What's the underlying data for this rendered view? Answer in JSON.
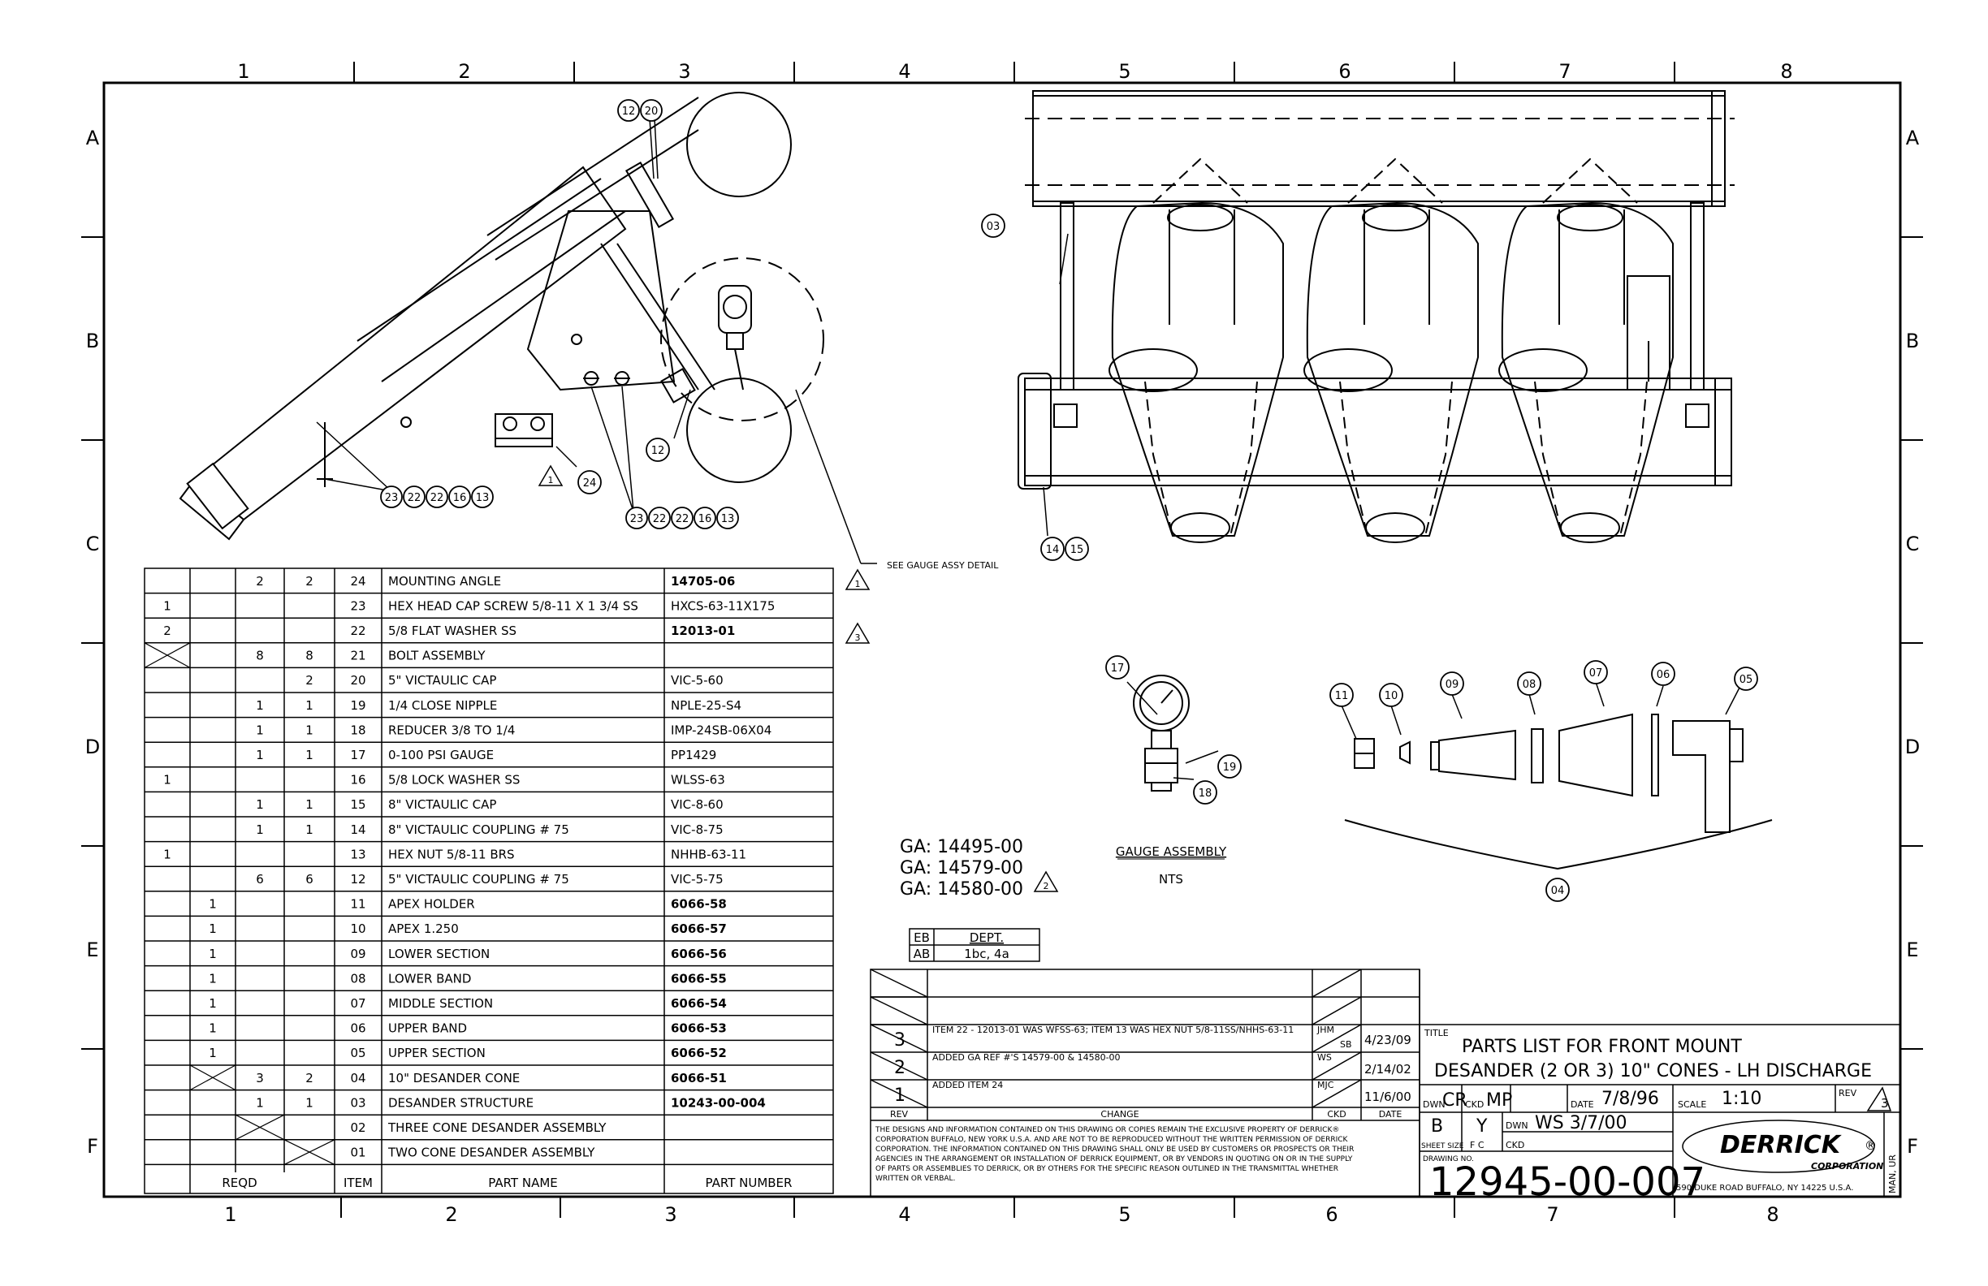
{
  "grid": {
    "top_cols": [
      "1",
      "2",
      "3",
      "4",
      "5",
      "6",
      "7",
      "8"
    ],
    "bottom_cols": [
      "1",
      "2",
      "3",
      "4",
      "5",
      "6",
      "7",
      "8"
    ],
    "rows": [
      "A",
      "B",
      "C",
      "D",
      "E",
      "F"
    ]
  },
  "bom": {
    "headers": {
      "reqd": "REQD",
      "item": "ITEM",
      "part_name": "PART NAME",
      "part_number": "PART NUMBER"
    },
    "rows": [
      {
        "c1": "",
        "c2": "",
        "c3": "2",
        "c4": "2",
        "item": "24",
        "name": "MOUNTING ANGLE",
        "pn": "14705-06",
        "bold": true
      },
      {
        "c1": "1",
        "c2": "",
        "c3": "",
        "c4": "",
        "item": "23",
        "name": "HEX HEAD CAP SCREW 5/8-11 X 1 3/4 SS",
        "pn": "HXCS-63-11X175",
        "bold": false
      },
      {
        "c1": "2",
        "c2": "",
        "c3": "",
        "c4": "",
        "item": "22",
        "name": "5/8 FLAT WASHER SS",
        "pn": "12013-01",
        "bold": true
      },
      {
        "c1": "X",
        "c2": "",
        "c3": "8",
        "c4": "8",
        "item": "21",
        "name": "BOLT ASSEMBLY",
        "pn": "",
        "bold": false
      },
      {
        "c1": "",
        "c2": "",
        "c3": "",
        "c4": "2",
        "item": "20",
        "name": "5\" VICTAULIC CAP",
        "pn": "VIC-5-60",
        "bold": false
      },
      {
        "c1": "",
        "c2": "",
        "c3": "1",
        "c4": "1",
        "item": "19",
        "name": "1/4 CLOSE NIPPLE",
        "pn": "NPLE-25-S4",
        "bold": false
      },
      {
        "c1": "",
        "c2": "",
        "c3": "1",
        "c4": "1",
        "item": "18",
        "name": "REDUCER 3/8 TO 1/4",
        "pn": "IMP-24SB-06X04",
        "bold": false
      },
      {
        "c1": "",
        "c2": "",
        "c3": "1",
        "c4": "1",
        "item": "17",
        "name": "0-100 PSI GAUGE",
        "pn": "PP1429",
        "bold": false
      },
      {
        "c1": "1",
        "c2": "",
        "c3": "",
        "c4": "",
        "item": "16",
        "name": "5/8 LOCK WASHER SS",
        "pn": "WLSS-63",
        "bold": false
      },
      {
        "c1": "",
        "c2": "",
        "c3": "1",
        "c4": "1",
        "item": "15",
        "name": "8\" VICTAULIC CAP",
        "pn": "VIC-8-60",
        "bold": false
      },
      {
        "c1": "",
        "c2": "",
        "c3": "1",
        "c4": "1",
        "item": "14",
        "name": "8\" VICTAULIC COUPLING # 75",
        "pn": "VIC-8-75",
        "bold": false
      },
      {
        "c1": "1",
        "c2": "",
        "c3": "",
        "c4": "",
        "item": "13",
        "name": "HEX NUT 5/8-11 BRS",
        "pn": "NHHB-63-11",
        "bold": false
      },
      {
        "c1": "",
        "c2": "",
        "c3": "6",
        "c4": "6",
        "item": "12",
        "name": "5\" VICTAULIC COUPLING # 75",
        "pn": "VIC-5-75",
        "bold": false
      },
      {
        "c1": "",
        "c2": "1",
        "c3": "",
        "c4": "",
        "item": "11",
        "name": "APEX HOLDER",
        "pn": "6066-58",
        "bold": true
      },
      {
        "c1": "",
        "c2": "1",
        "c3": "",
        "c4": "",
        "item": "10",
        "name": "APEX 1.250",
        "pn": "6066-57",
        "bold": true
      },
      {
        "c1": "",
        "c2": "1",
        "c3": "",
        "c4": "",
        "item": "09",
        "name": "LOWER SECTION",
        "pn": "6066-56",
        "bold": true
      },
      {
        "c1": "",
        "c2": "1",
        "c3": "",
        "c4": "",
        "item": "08",
        "name": "LOWER BAND",
        "pn": "6066-55",
        "bold": true
      },
      {
        "c1": "",
        "c2": "1",
        "c3": "",
        "c4": "",
        "item": "07",
        "name": "MIDDLE SECTION",
        "pn": "6066-54",
        "bold": true
      },
      {
        "c1": "",
        "c2": "1",
        "c3": "",
        "c4": "",
        "item": "06",
        "name": "UPPER BAND",
        "pn": "6066-53",
        "bold": true
      },
      {
        "c1": "",
        "c2": "1",
        "c3": "",
        "c4": "",
        "item": "05",
        "name": "UPPER SECTION",
        "pn": "6066-52",
        "bold": true
      },
      {
        "c1": "",
        "c2": "X",
        "c3": "3",
        "c4": "2",
        "item": "04",
        "name": "10\" DESANDER CONE",
        "pn": "6066-51",
        "bold": true
      },
      {
        "c1": "",
        "c2": "",
        "c3": "1",
        "c4": "1",
        "item": "03",
        "name": "DESANDER STRUCTURE",
        "pn": "10243-00-004",
        "bold": true
      },
      {
        "c1": "",
        "c2": "",
        "c3": "X",
        "c4": "",
        "item": "02",
        "name": "THREE CONE DESANDER ASSEMBLY",
        "pn": "",
        "bold": false
      },
      {
        "c1": "",
        "c2": "",
        "c3": "",
        "c4": "X",
        "item": "01",
        "name": "TWO CONE DESANDER ASSEMBLY",
        "pn": "",
        "bold": false
      }
    ]
  },
  "rev_markers": {
    "r1": "1",
    "r3": "3",
    "r2": "2"
  },
  "notes": {
    "gauge_detail": "SEE GAUGE ASSY DETAIL",
    "ga1": "GA: 14495-00",
    "ga2": "GA: 14579-00",
    "ga3": "GA: 14580-00",
    "gauge_assembly": "GAUGE ASSEMBLY",
    "nts": "NTS"
  },
  "dept": {
    "r1c1": "EB",
    "r1c2": "DEPT.",
    "r2c1": "AB",
    "r2c2": "1bc, 4a"
  },
  "revisions": [
    {
      "rev": "3",
      "change": "ITEM 22 - 12013-01 WAS WFSS-63; ITEM 13 WAS HEX NUT 5/8-11SS/NHHS-63-11",
      "ckd": "JHM",
      "ckd2": "SB",
      "date": "4/23/09"
    },
    {
      "rev": "2",
      "change": "ADDED GA REF #'S 14579-00 & 14580-00",
      "ckd": "WS",
      "ckd2": "",
      "date": "2/14/02"
    },
    {
      "rev": "1",
      "change": "ADDED ITEM 24",
      "ckd": "MJC",
      "ckd2": "",
      "date": "11/6/00"
    }
  ],
  "rev_headers": {
    "rev": "REV",
    "change": "CHANGE",
    "ckd": "CKD",
    "date": "DATE"
  },
  "disclaimer": [
    "THE DESIGNS AND INFORMATION CONTAINED ON THIS DRAWING OR COPIES REMAIN THE EXCLUSIVE PROPERTY OF DERRICK®",
    "CORPORATION BUFFALO, NEW YORK U.S.A. AND ARE NOT TO BE REPRODUCED WITHOUT THE WRITTEN PERMISSION OF DERRICK",
    "CORPORATION. THE INFORMATION CONTAINED ON THIS DRAWING SHALL ONLY BE USED BY CUSTOMERS OR PROSPECTS OR THEIR",
    "AGENCIES IN THE ARRANGEMENT OR INSTALLATION OF DERRICK EQUIPMENT, OR BY VENDORS IN QUOTING ON OR IN THE SUPPLY",
    "OF PARTS OR ASSEMBLIES TO DERRICK, OR BY OTHERS FOR THE SPECIFIC REASON OUTLINED IN THE TRANSMITTAL WHETHER",
    "WRITTEN OR VERBAL."
  ],
  "title_block": {
    "title_label": "TITLE",
    "title1": "PARTS LIST FOR FRONT MOUNT",
    "title2": "DESANDER (2 OR 3) 10\" CONES - LH DISCHARGE",
    "dwn_label": "DWN",
    "dwn": "CR",
    "ckd_label": "CKD",
    "ckd": "MP",
    "date_label": "DATE",
    "date": "7/8/96",
    "scale_label": "SCALE",
    "scale": "1:10",
    "rev_label": "REV",
    "rev": "3",
    "sheet_size_label": "SHEET SIZE",
    "sheet_size": "B",
    "y": "Y",
    "fc": "F C",
    "dwn2_label": "DWN",
    "dwn2": "WS 3/7/00",
    "ckd2_label": "CKD",
    "drawing_no_label": "DRAWING NO.",
    "drawing_no": "12945-00-007",
    "company": "DERRICK",
    "company_reg": "®",
    "corporation": "CORPORATION",
    "address": "590 DUKE ROAD BUFFALO, NY 14225 U.S.A.",
    "side_text": "MAN, UR"
  },
  "balloons": {
    "b12a": "12",
    "b20": "20",
    "b12b": "12",
    "b24": "24",
    "b03": "03",
    "b14": "14",
    "b15": "15",
    "b23a": "23",
    "b22a": "22",
    "b22b": "22",
    "b16a": "16",
    "b13a": "13",
    "b23b": "23",
    "b22c": "22",
    "b22d": "22",
    "b16b": "16",
    "b13b": "13",
    "b17": "17",
    "b19": "19",
    "b18": "18",
    "b11": "11",
    "b10": "10",
    "b09": "09",
    "b08": "08",
    "b07": "07",
    "b06": "06",
    "b05": "05",
    "b04": "04"
  }
}
